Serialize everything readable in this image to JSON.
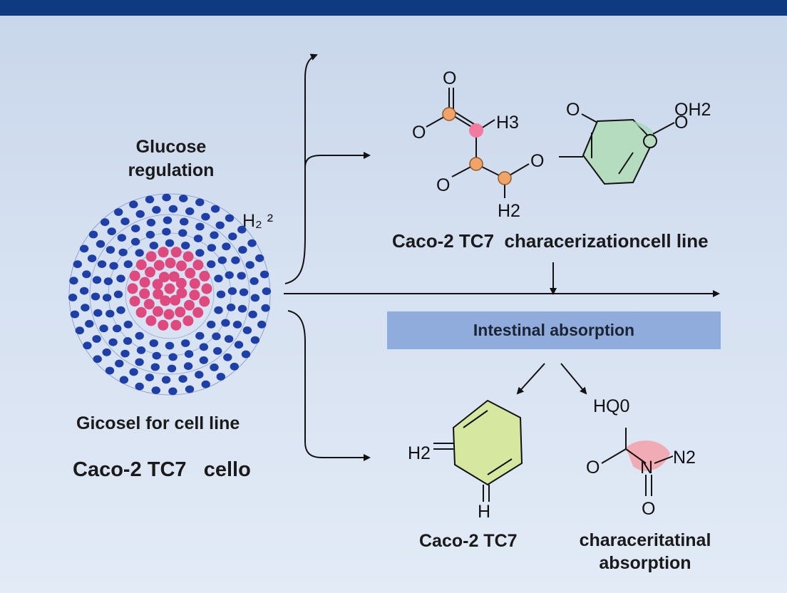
{
  "header": {
    "color": "#0e3a82"
  },
  "labels": {
    "glucose_regulation": "Glucose\nregulation",
    "h2_superscript": "H₂ ²",
    "gicosel": "Gicosel for   cell line",
    "caco_cello": "Caco-2 TC7   cello",
    "characterization": "Caco-2 TC7  characerizationcell line",
    "intestinal_absorption": "Intestinal absorption",
    "caco_bottom": "Caco-2 TC7",
    "characeritatinal": "characeritatinal\nabsorption"
  },
  "molecule_top_left": {
    "atoms": [
      "O",
      "O",
      "H3",
      "O",
      "O",
      "H2"
    ]
  },
  "molecule_top_right": {
    "atoms": [
      "O",
      "OH2",
      "O"
    ]
  },
  "molecule_bottom_left": {
    "atoms": [
      "H2",
      "H"
    ]
  },
  "molecule_bottom_right": {
    "atoms": [
      "HQ0",
      "O",
      "N",
      "N2",
      "O"
    ]
  },
  "colors": {
    "blue_dots": "#1f3fa8",
    "pink_dots": "#e0497e",
    "orange_atom": "#f2a468",
    "pink_atom": "#f27aa0",
    "green_ring": "#b6dcc0",
    "yellow_ring": "#d6e8a0",
    "red_lobe": "#f4a0a8",
    "banner": "#8facdc"
  }
}
